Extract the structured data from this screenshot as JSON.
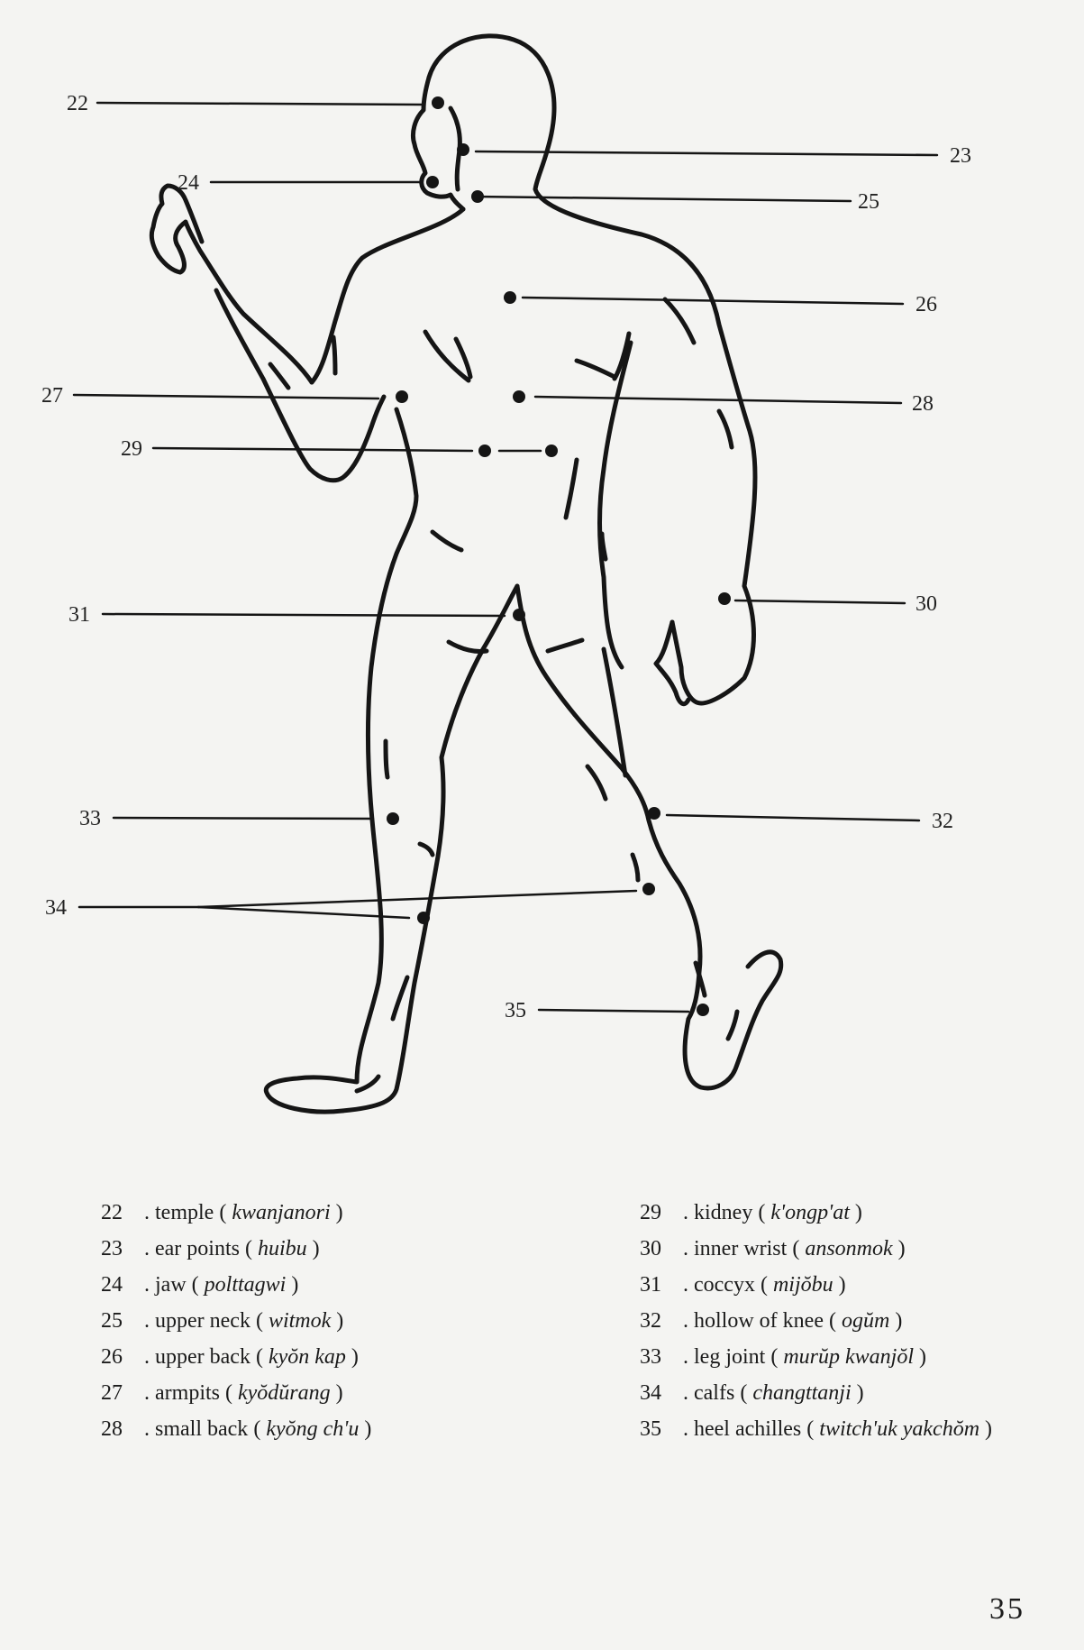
{
  "callouts": [
    {
      "number": "22",
      "term": "temple",
      "native": "kwanjanori"
    },
    {
      "number": "23",
      "term": "ear points",
      "native": "huibu"
    },
    {
      "number": "24",
      "term": "jaw",
      "native": "polttagwi"
    },
    {
      "number": "25",
      "term": "upper neck",
      "native": "witmok"
    },
    {
      "number": "26",
      "term": "upper back",
      "native": "kyŏn kap"
    },
    {
      "number": "27",
      "term": "armpits",
      "native": "kyŏdŭrang"
    },
    {
      "number": "28",
      "term": "small back",
      "native": "kyŏng ch'u"
    },
    {
      "number": "29",
      "term": "kidney",
      "native": "k'ongp'at"
    },
    {
      "number": "30",
      "term": "inner wrist",
      "native": "ansonmok"
    },
    {
      "number": "31",
      "term": "coccyx",
      "native": "mijŏbu"
    },
    {
      "number": "32",
      "term": "hollow of knee",
      "native": "ogŭm"
    },
    {
      "number": "33",
      "term": "leg joint",
      "native": "murŭp kwanjŏl"
    },
    {
      "number": "34",
      "term": "calfs",
      "native": "changttanji"
    },
    {
      "number": "35",
      "term": "heel achilles",
      "native": "twitch'uk yakchŏm"
    }
  ],
  "page_number": "35",
  "colors": {
    "paper": "#f4f4f2",
    "ink": "#1b1b1b"
  }
}
